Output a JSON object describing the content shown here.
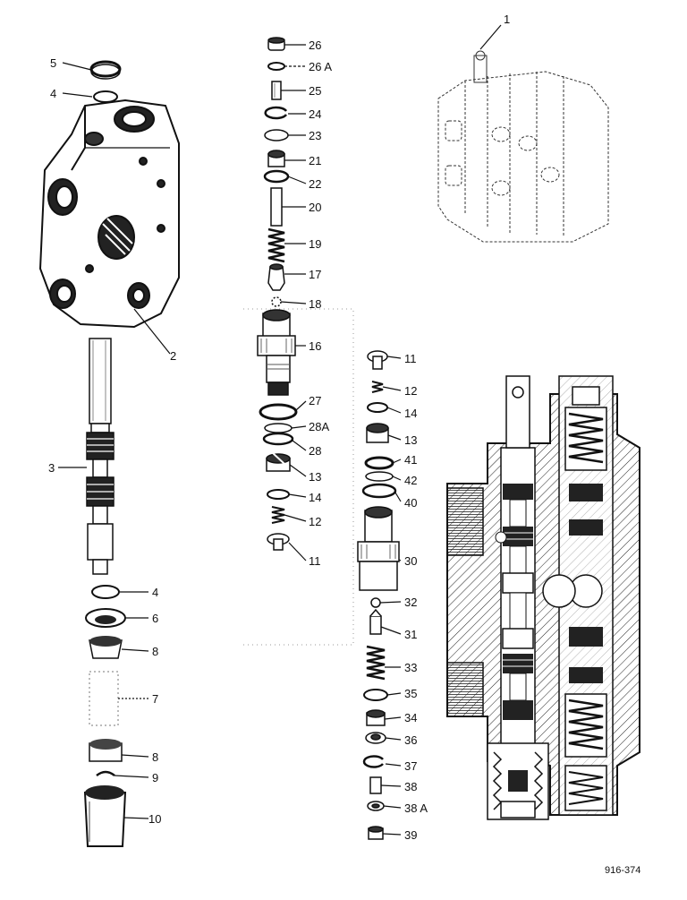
{
  "diagram": {
    "reference_number": "916-374",
    "callouts": [
      {
        "id": "c1",
        "label": "1"
      },
      {
        "id": "c2",
        "label": "2"
      },
      {
        "id": "c3",
        "label": "3"
      },
      {
        "id": "c4a",
        "label": "4"
      },
      {
        "id": "c5",
        "label": "5"
      },
      {
        "id": "c4b",
        "label": "4"
      },
      {
        "id": "c6",
        "label": "6"
      },
      {
        "id": "c8a",
        "label": "8"
      },
      {
        "id": "c7",
        "label": "7"
      },
      {
        "id": "c8b",
        "label": "8"
      },
      {
        "id": "c9",
        "label": "9"
      },
      {
        "id": "c10",
        "label": "10"
      },
      {
        "id": "c26",
        "label": "26"
      },
      {
        "id": "c26a",
        "label": "26 A"
      },
      {
        "id": "c25",
        "label": "25"
      },
      {
        "id": "c24",
        "label": "24"
      },
      {
        "id": "c23",
        "label": "23"
      },
      {
        "id": "c21",
        "label": "21"
      },
      {
        "id": "c22",
        "label": "22"
      },
      {
        "id": "c20",
        "label": "20"
      },
      {
        "id": "c19",
        "label": "19"
      },
      {
        "id": "c17",
        "label": "17"
      },
      {
        "id": "c18",
        "label": "18"
      },
      {
        "id": "c16",
        "label": "16"
      },
      {
        "id": "c27",
        "label": "27"
      },
      {
        "id": "c28a",
        "label": "28A"
      },
      {
        "id": "c28",
        "label": "28"
      },
      {
        "id": "c13a",
        "label": "13"
      },
      {
        "id": "c14a",
        "label": "14"
      },
      {
        "id": "c12a",
        "label": "12"
      },
      {
        "id": "c11a",
        "label": "11"
      },
      {
        "id": "c11b",
        "label": "11"
      },
      {
        "id": "c12b",
        "label": "12"
      },
      {
        "id": "c14b",
        "label": "14"
      },
      {
        "id": "c13b",
        "label": "13"
      },
      {
        "id": "c41",
        "label": "41"
      },
      {
        "id": "c42",
        "label": "42"
      },
      {
        "id": "c40",
        "label": "40"
      },
      {
        "id": "c30",
        "label": "30"
      },
      {
        "id": "c32",
        "label": "32"
      },
      {
        "id": "c31",
        "label": "31"
      },
      {
        "id": "c33",
        "label": "33"
      },
      {
        "id": "c35",
        "label": "35"
      },
      {
        "id": "c34",
        "label": "34"
      },
      {
        "id": "c36",
        "label": "36"
      },
      {
        "id": "c37",
        "label": "37"
      },
      {
        "id": "c38",
        "label": "38"
      },
      {
        "id": "c38a",
        "label": "38 A"
      },
      {
        "id": "c39",
        "label": "39"
      }
    ]
  }
}
